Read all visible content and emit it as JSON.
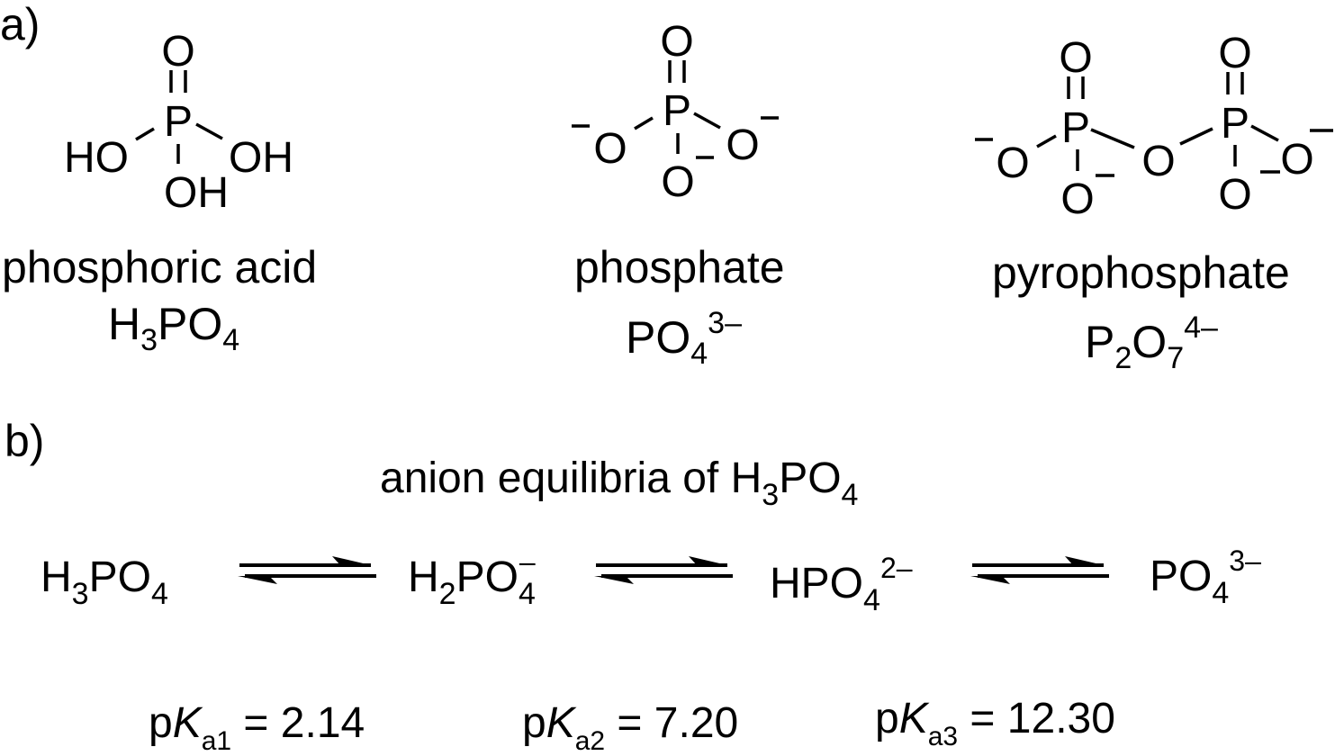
{
  "panel_a": {
    "label": "a)",
    "structures": [
      {
        "name": "phosphoric acid",
        "formula": {
          "parts": [
            "H",
            "3",
            "PO",
            "4"
          ],
          "charge": ""
        },
        "atoms": {
          "top": "O",
          "center": "P",
          "left": "HO",
          "right": "OH",
          "bottom": "OH"
        }
      },
      {
        "name": "phosphate",
        "formula": {
          "parts": [
            "PO",
            "4"
          ],
          "charge": "3–"
        },
        "atoms": {
          "top": "O",
          "center": "P",
          "left": "O",
          "right": "O",
          "bottom": "O",
          "minus": "–"
        }
      },
      {
        "name": "pyrophosphate",
        "formula": {
          "parts": [
            "P",
            "2",
            "O",
            "7"
          ],
          "charge": "4–"
        },
        "atoms": {
          "top1": "O",
          "p1": "P",
          "left": "O",
          "bottom1": "O",
          "bridge": "O",
          "top2": "O",
          "p2": "P",
          "right": "O",
          "bottom2": "O",
          "minus": "–"
        }
      }
    ]
  },
  "panel_b": {
    "label": "b)",
    "title": {
      "text": "anion equilibria of H",
      "sub": "3",
      "text2": "PO",
      "sub2": "4"
    },
    "species": [
      {
        "parts": [
          "H",
          "3",
          "PO",
          "4"
        ],
        "charge": ""
      },
      {
        "parts": [
          "H",
          "2",
          "PO",
          "4"
        ],
        "charge": "–"
      },
      {
        "parts": [
          "HPO",
          "4"
        ],
        "charge": "2–"
      },
      {
        "parts": [
          "PO",
          "4"
        ],
        "charge": "3–"
      }
    ],
    "pka_values": [
      {
        "p": "p",
        "K": "K",
        "sub": "a1",
        "eq": " = ",
        "value": "2.14"
      },
      {
        "p": "p",
        "K": "K",
        "sub": "a2",
        "eq": " = ",
        "value": "7.20"
      },
      {
        "p": "p",
        "K": "K",
        "sub": "a3",
        "eq": " = ",
        "value": "12.30"
      }
    ]
  }
}
